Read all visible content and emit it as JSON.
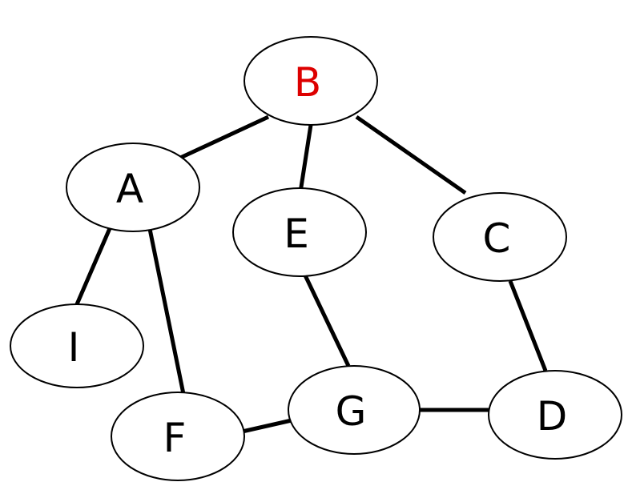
{
  "colors": {
    "background": "#ffffff",
    "stroke": "#000000",
    "text": "#000000",
    "highlight": "#dd0000"
  },
  "nodes": [
    {
      "id": "B",
      "label": "B",
      "highlighted": true
    },
    {
      "id": "A",
      "label": "A",
      "highlighted": false
    },
    {
      "id": "E",
      "label": "E",
      "highlighted": false
    },
    {
      "id": "C",
      "label": "C",
      "highlighted": false
    },
    {
      "id": "I",
      "label": "I",
      "highlighted": false
    },
    {
      "id": "F",
      "label": "F",
      "highlighted": false
    },
    {
      "id": "G",
      "label": "G",
      "highlighted": false
    },
    {
      "id": "D",
      "label": "D",
      "highlighted": false
    }
  ],
  "edges": [
    {
      "from": "B",
      "to": "A"
    },
    {
      "from": "B",
      "to": "E"
    },
    {
      "from": "B",
      "to": "C"
    },
    {
      "from": "A",
      "to": "I"
    },
    {
      "from": "A",
      "to": "F"
    },
    {
      "from": "E",
      "to": "G"
    },
    {
      "from": "C",
      "to": "D"
    },
    {
      "from": "F",
      "to": "G"
    },
    {
      "from": "G",
      "to": "D"
    }
  ]
}
